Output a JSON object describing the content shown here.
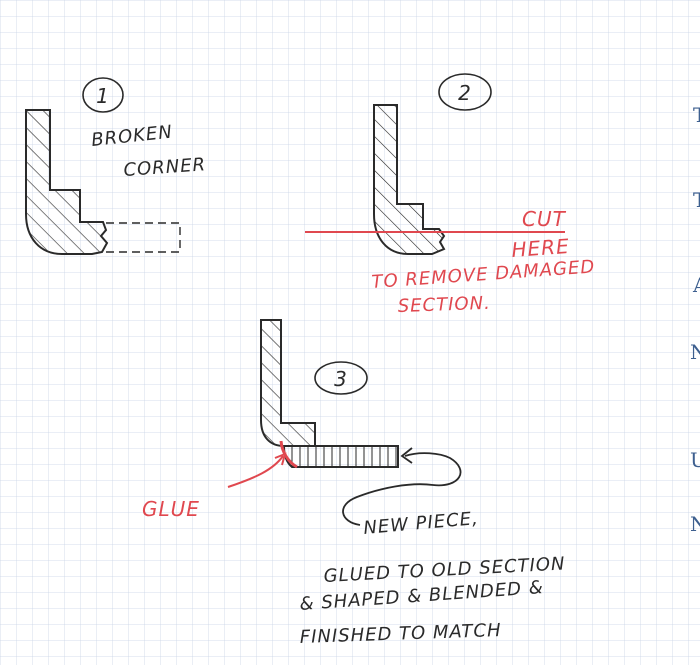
{
  "steps": {
    "step1": {
      "number": "1",
      "label_line1": "BROKEN",
      "label_line2": "CORNER"
    },
    "step2": {
      "number": "2",
      "cut_line1": "CUT",
      "cut_line2": "HERE",
      "remove_line1": "TO REMOVE DAMAGED",
      "remove_line2": "SECTION."
    },
    "step3": {
      "number": "3",
      "glue": "GLUE",
      "new_piece_line1": "NEW PIECE,",
      "new_piece_line2": "GLUED TO OLD SECTION",
      "new_piece_line3": "& SHAPED & BLENDED &",
      "new_piece_line4": "FINISHED TO MATCH"
    }
  },
  "side_text": {
    "letters": [
      "T",
      "T",
      "A",
      "N",
      "U",
      "N"
    ]
  },
  "colors": {
    "ink": "#2a2a2a",
    "red": "#e0484f",
    "blue": "#3d5f8f",
    "grid": "#c9d3e6"
  }
}
